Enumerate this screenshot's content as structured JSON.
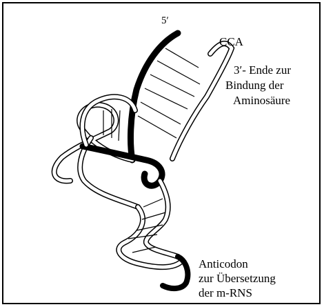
{
  "labels": {
    "five_prime": "5′",
    "cca": "CCA",
    "three_prime_line1": "3′- Ende zur",
    "three_prime_line2": "Bindung der",
    "three_prime_line3": "Aminosäure",
    "anticodon_line1": "Anticodon",
    "anticodon_line2": "zur Übersetzung",
    "anticodon_line3": "der m-RNS"
  },
  "colors": {
    "line": "#000000",
    "background": "#ffffff"
  }
}
